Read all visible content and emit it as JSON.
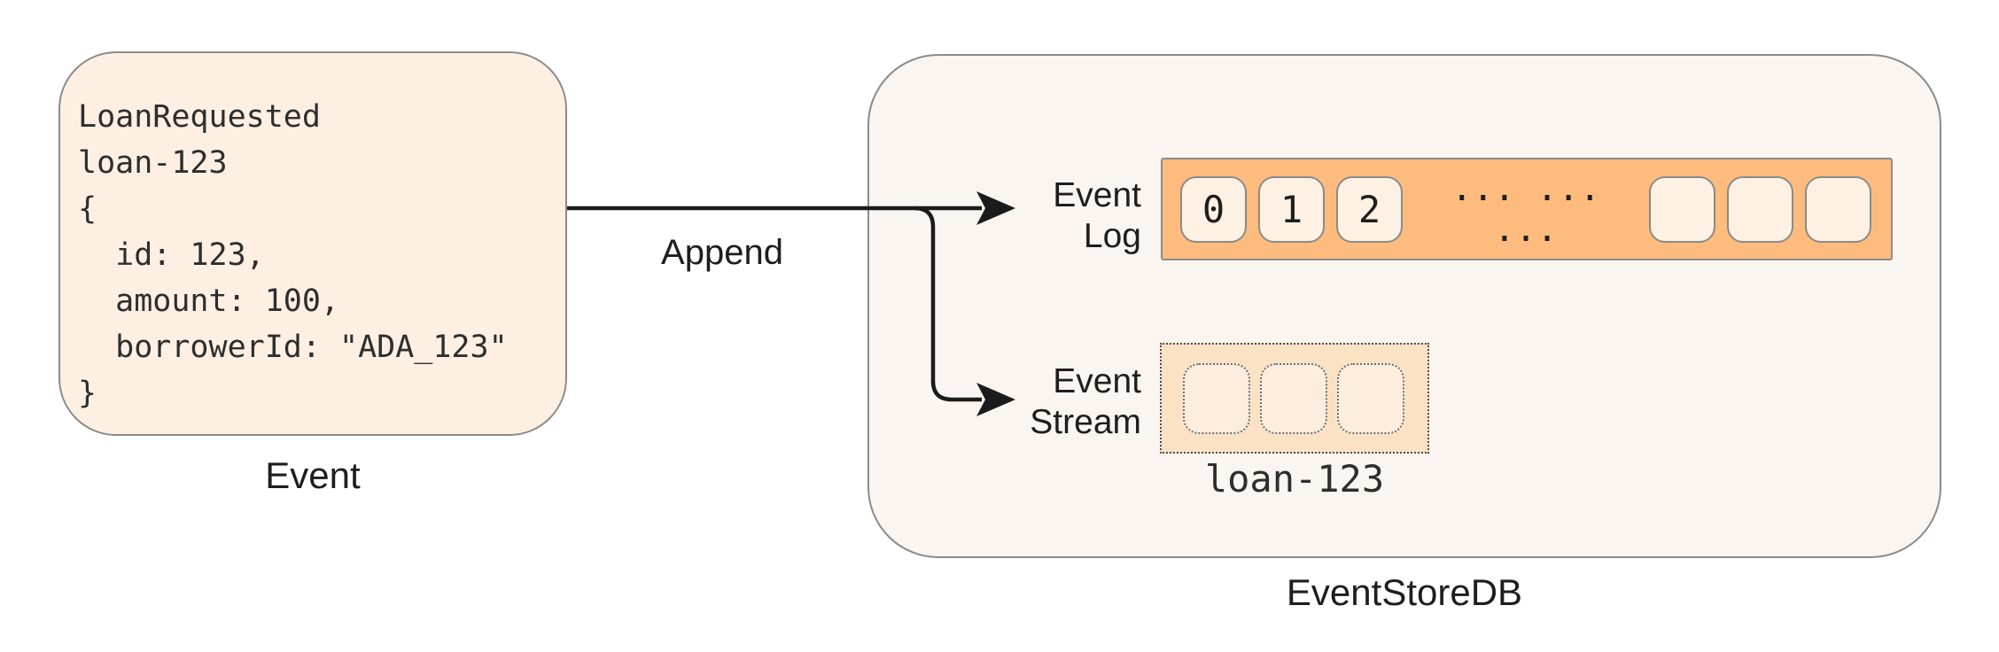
{
  "colors": {
    "page_bg": "#ffffff",
    "card_fill": "#fdf0e3",
    "card_border": "#8b8b8b",
    "store_fill": "#faf5f0",
    "store_border": "#8b8b8b",
    "log_bar_fill": "#fdbc7d",
    "log_cell_fill": "#fcf1e2",
    "stream_box_fill": "#fbe2c5",
    "stream_cell_fill": "#fdeddc",
    "arrow": "#1b1b1b"
  },
  "event_card": {
    "code_lines": [
      "LoanRequested",
      "loan-123",
      "{",
      "  id: 123,",
      "  amount: 100,",
      "  borrowerId: \"ADA_123\"",
      "}"
    ],
    "caption": "Event"
  },
  "append": {
    "label": "Append"
  },
  "event_store": {
    "caption": "EventStoreDB",
    "event_log": {
      "label_lines": [
        "Event",
        "Log"
      ],
      "cells": [
        "0",
        "1",
        "2"
      ],
      "dots": "... ... ...",
      "empty_cell_count": 3
    },
    "event_stream": {
      "label_lines": [
        "Event",
        "Stream"
      ],
      "empty_cell_count": 3,
      "stream_name": "loan-123"
    }
  }
}
